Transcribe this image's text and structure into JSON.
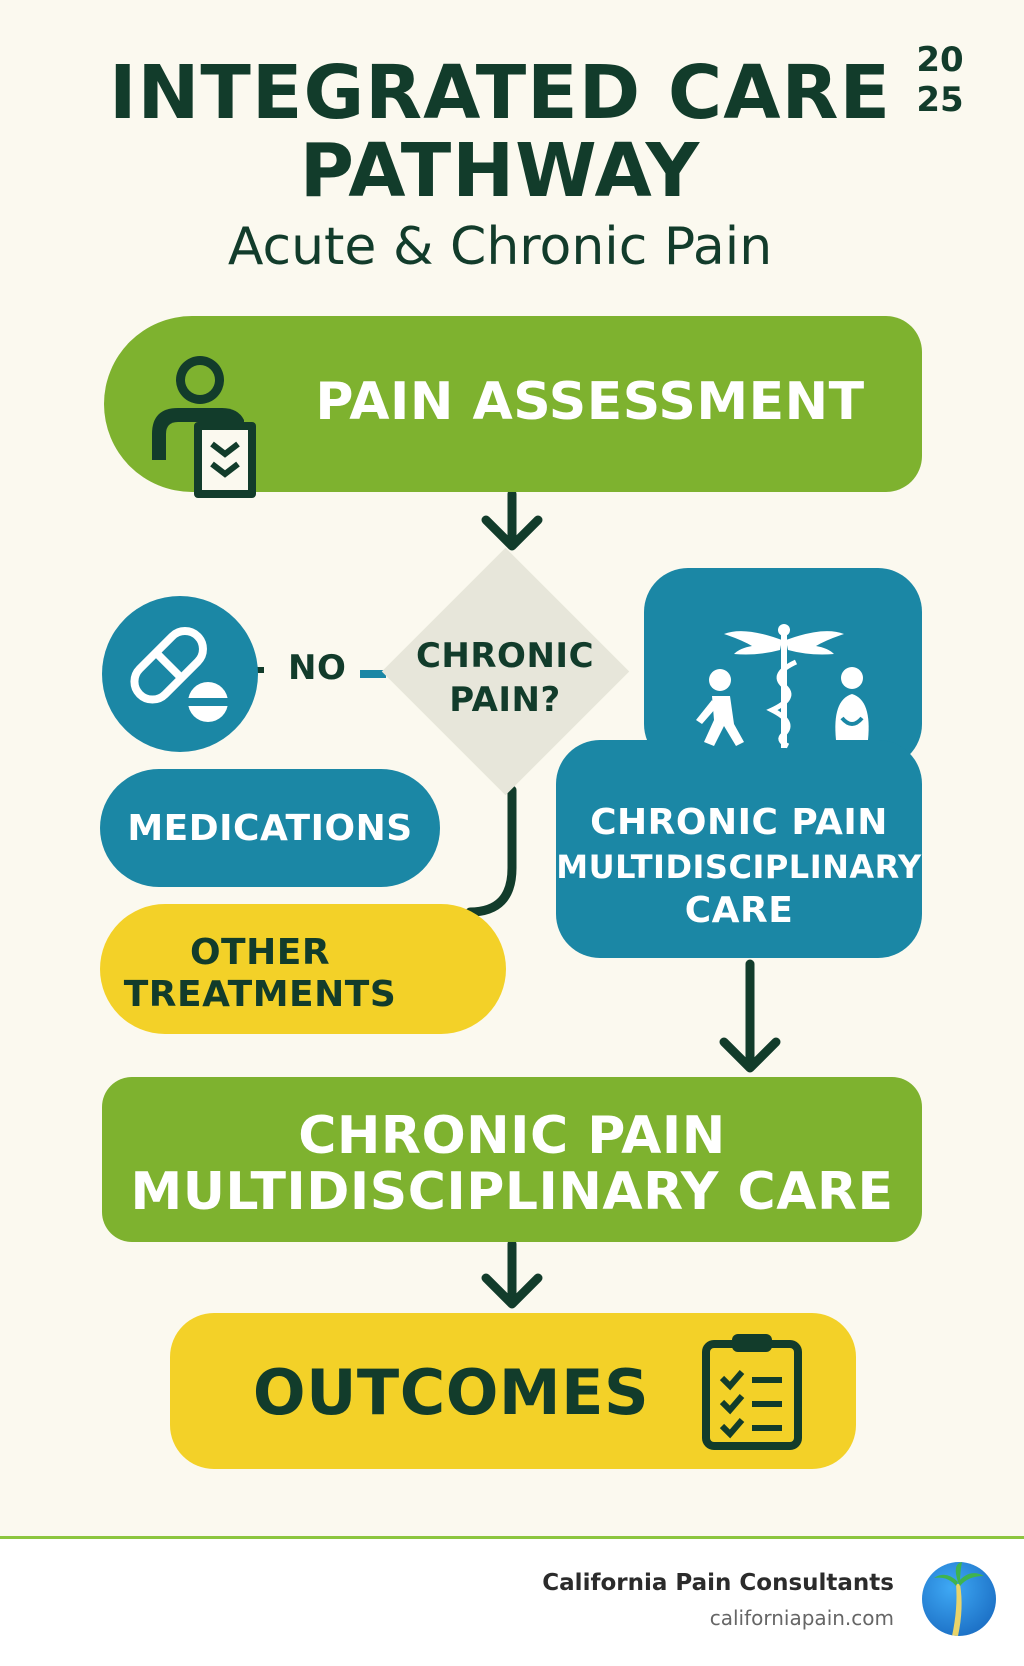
{
  "header": {
    "title_line1": "INTEGRATED CARE",
    "title_line2": "PATHWAY",
    "subtitle": "Acute & Chronic Pain",
    "year_line1": "20",
    "year_line2": "25"
  },
  "flow": {
    "assessment": "PAIN ASSESSMENT",
    "decision_line1": "CHRONIC",
    "decision_line2": "PAIN?",
    "no_label": "NO",
    "medications": "MEDICATIONS",
    "other_line1": "OTHER",
    "other_line2": "TREATMENTS",
    "mdc_line1": "CHRONIC PAIN",
    "mdc_line2": "MULTIDISCIPLINARY",
    "mdc_line3": "CARE",
    "care_line1": "CHRONIC PAIN",
    "care_line2": "MULTIDISCIPLINARY CARE",
    "outcomes": "OUTCOMES"
  },
  "footer": {
    "company": "California Pain Consultants",
    "website": "californiapain.com"
  },
  "colors": {
    "dark_green": "#123c2b",
    "green": "#7eb22f",
    "teal": "#1b87a5",
    "yellow": "#f3d128",
    "background": "#fbf9ef"
  }
}
